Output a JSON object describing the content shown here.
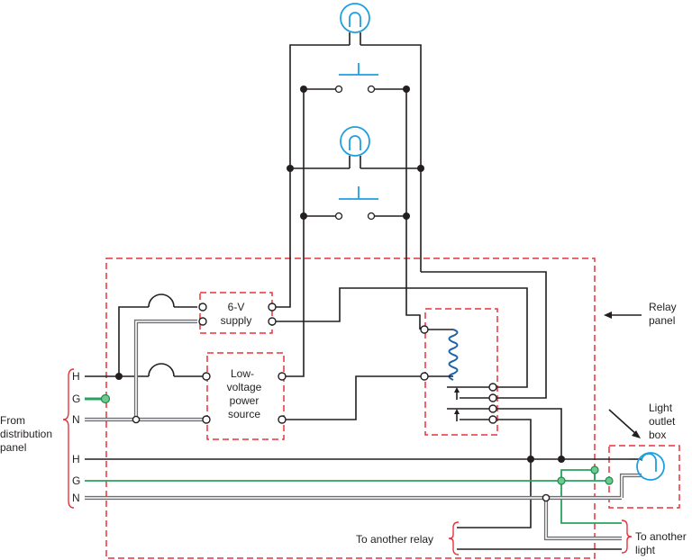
{
  "labels": {
    "six_v_line1": "6-V",
    "six_v_line2": "supply",
    "lv_line1": "Low-",
    "lv_line2": "voltage",
    "lv_line3": "power",
    "lv_line4": "source",
    "relay_panel_line1": "Relay",
    "relay_panel_line2": "panel",
    "light_outlet_line1": "Light",
    "light_outlet_line2": "outlet",
    "light_outlet_line3": "box",
    "from_line1": "From",
    "from_line2": "distribution",
    "from_line3": "panel",
    "panel_h": "H",
    "panel_g": "G",
    "panel_n": "N",
    "main_h": "H",
    "main_g": "G",
    "main_n": "N",
    "to_another_relay": "To another relay",
    "to_another_light_line1": "To another",
    "to_another_light_line2": "light"
  },
  "colors": {
    "wire": "#231f20",
    "ground_wire": "#27a35f",
    "enclosure_dash": "#e8333b",
    "lamp": "#1f9fe0",
    "coil": "#1c63ae"
  }
}
